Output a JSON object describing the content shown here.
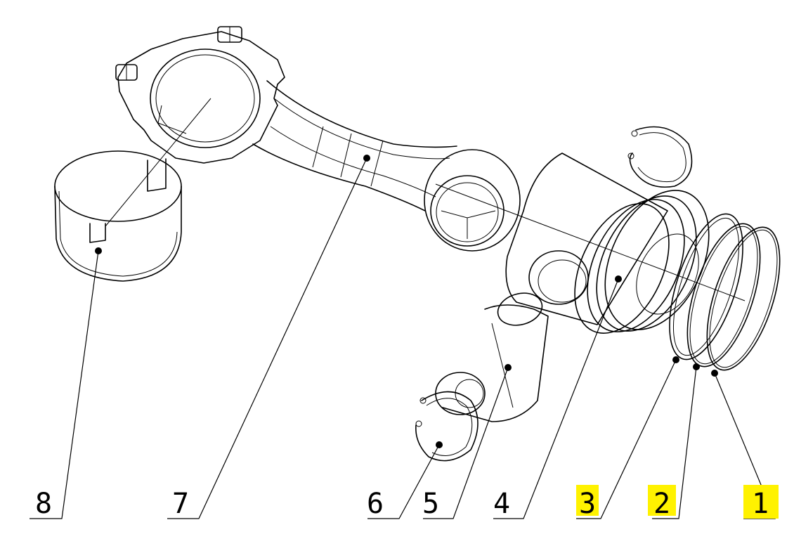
{
  "callouts": [
    {
      "id": "1",
      "label": "1",
      "highlighted": true
    },
    {
      "id": "2",
      "label": "2",
      "highlighted": true
    },
    {
      "id": "3",
      "label": "3",
      "highlighted": true
    },
    {
      "id": "4",
      "label": "4",
      "highlighted": false
    },
    {
      "id": "5",
      "label": "5",
      "highlighted": false
    },
    {
      "id": "6",
      "label": "6",
      "highlighted": false
    },
    {
      "id": "7",
      "label": "7",
      "highlighted": false
    },
    {
      "id": "8",
      "label": "8",
      "highlighted": false
    }
  ],
  "colors": {
    "highlight": "#fff200",
    "line": "#000000",
    "background": "#ffffff"
  }
}
